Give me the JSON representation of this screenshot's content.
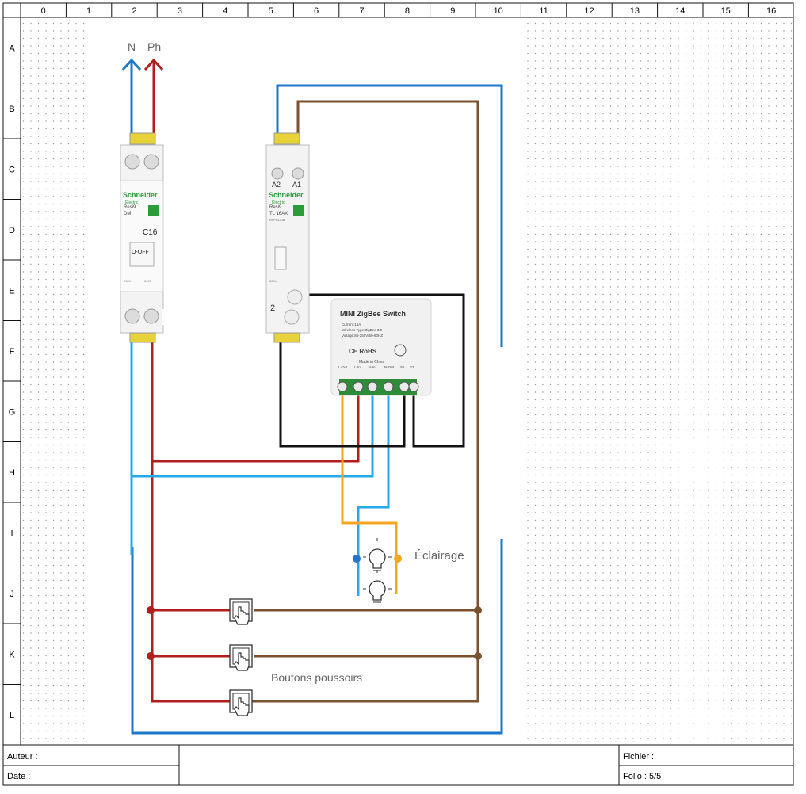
{
  "columns": [
    "0",
    "1",
    "2",
    "3",
    "4",
    "5",
    "6",
    "7",
    "8",
    "9",
    "10",
    "11",
    "12",
    "13",
    "14",
    "15",
    "16"
  ],
  "rows": [
    "A",
    "B",
    "C",
    "D",
    "E",
    "F",
    "G",
    "H",
    "I",
    "J",
    "K",
    "L"
  ],
  "supply": {
    "neutral": "N",
    "phase": "Ph"
  },
  "breaker": {
    "brand": "Schneider",
    "brand_sub": "Electric",
    "range": "Resi9",
    "model": "DM",
    "rating": "C16",
    "switch_state": "O-OFF",
    "voltage": "230V~",
    "capacity": "3000"
  },
  "relay": {
    "brand": "Schneider",
    "brand_sub": "Electric",
    "range": "Resi9",
    "model": "TL 16AX",
    "ref": "R9PCL116",
    "terminal_a2": "A2",
    "terminal_a1": "A1",
    "terminal_2": "2",
    "voltage": "230V~"
  },
  "module": {
    "title": "MINI ZigBee Switch",
    "spec_current": "Current:16A",
    "spec_wireless": "Wireless Type:ZigBee 3.0",
    "spec_voltage": "Voltage:85-250V/50-60HZ",
    "cert": "CE RoHS",
    "made_in": "Made in China",
    "terminals": [
      "L-Out",
      "L-In",
      "N-In",
      "N-Out",
      "S1",
      "S2"
    ]
  },
  "labels": {
    "lighting": "Éclairage",
    "push_buttons": "Boutons poussoirs"
  },
  "title_block": {
    "author_label": "Auteur :",
    "date_label": "Date :",
    "file_label": "Fichier :",
    "folio_label": "Folio : 5/5"
  },
  "colors": {
    "neutral": "#1e77c8",
    "phase": "#b01e1e",
    "control": "#7b5230",
    "light_blue": "#26a9e8",
    "orange": "#f5a623",
    "black": "#111111"
  }
}
